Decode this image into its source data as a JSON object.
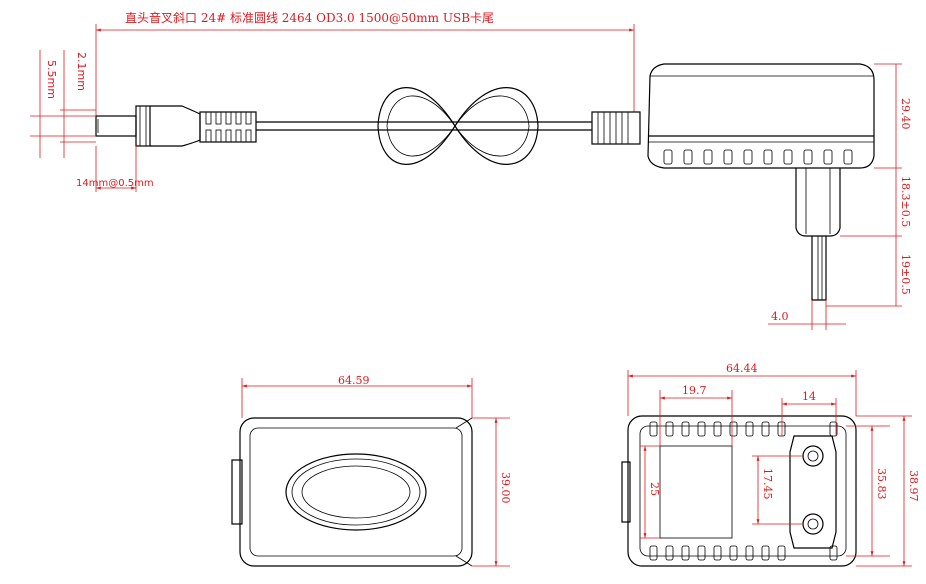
{
  "spec": {
    "cable_line": "直头音叉斜口      24# 标准圆线   2464  OD3.0  1500@50mm   USB卡尾"
  },
  "plug_dims": {
    "inner_dia": "2.1mm",
    "outer_dia": "5.5mm",
    "length": "14mm@0.5mm"
  },
  "adapter_side_dims": {
    "body_height": "29.40",
    "pin_base": "18.3±0.5",
    "pin_length": "19±0.5",
    "pin_dia": "4.0"
  },
  "top_view_dims": {
    "length": "64.59",
    "width": "39.00"
  },
  "bottom_view_dims": {
    "length": "64.44",
    "recess_length": "19.7",
    "socket_width": "14",
    "pin_spacing": "17.45",
    "recess_height": "25",
    "inner_width": "35.83",
    "outer_width": "38.97"
  }
}
